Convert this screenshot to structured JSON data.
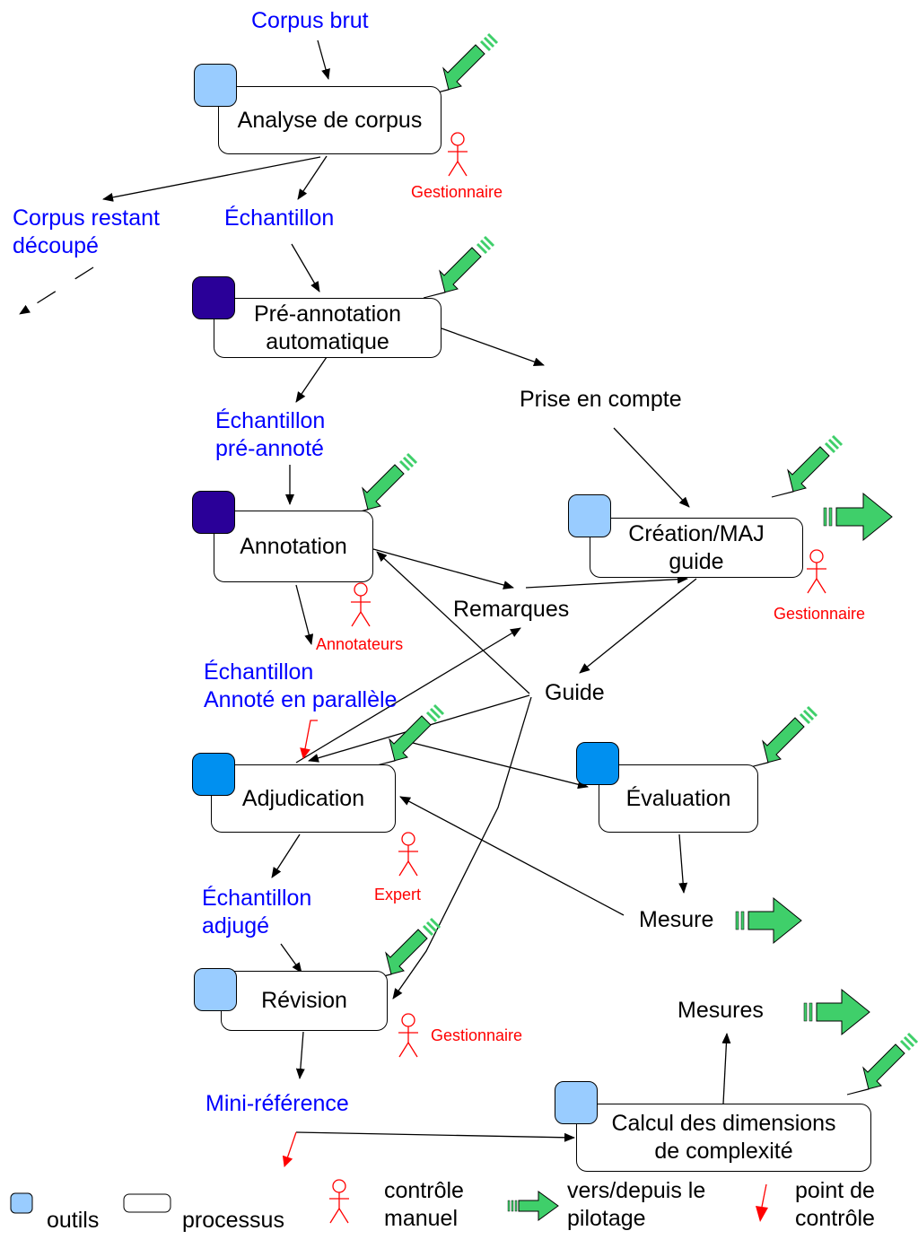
{
  "colors": {
    "tool_light": "#99ccff",
    "tool_dark": "#2a0098",
    "tool_mid": "#0090f0",
    "pilot_green": "#3fcf6a",
    "label_blue": "#0000ff",
    "manual_red": "#ff0000"
  },
  "processes": {
    "analyse": "Analyse de corpus",
    "preannotation": "Pré-annotation\nautomatique",
    "annotation": "Annotation",
    "creation_guide": "Création/MAJ\nguide",
    "adjudication": "Adjudication",
    "evaluation": "Évaluation",
    "revision": "Révision",
    "calcul": "Calcul des dimensions\nde complexité"
  },
  "data_labels": {
    "corpus_brut": "Corpus brut",
    "corpus_restant": "Corpus restant\ndécoupé",
    "echantillon": "Échantillon",
    "echantillon_preannote": "Échantillon\npré-annoté",
    "echantillon_parallele": "Échantillon\nAnnoté en parallèle",
    "echantillon_adjuge": "Échantillon\nadjugé",
    "mini_reference": "Mini-référence"
  },
  "other_labels": {
    "prise_en_compte": "Prise en compte",
    "remarques": "Remarques",
    "guide": "Guide",
    "mesure": "Mesure",
    "mesures": "Mesures"
  },
  "actors": {
    "gestionnaire_1": "Gestionnaire",
    "annotateurs": "Annotateurs",
    "gestionnaire_2": "Gestionnaire",
    "expert": "Expert",
    "gestionnaire_3": "Gestionnaire"
  },
  "legend": {
    "outils": "outils",
    "processus": "processus",
    "controle_manuel": "contrôle\nmanuel",
    "pilotage": "vers/depuis le\npilotage",
    "point_controle": "point de\ncontrôle"
  }
}
